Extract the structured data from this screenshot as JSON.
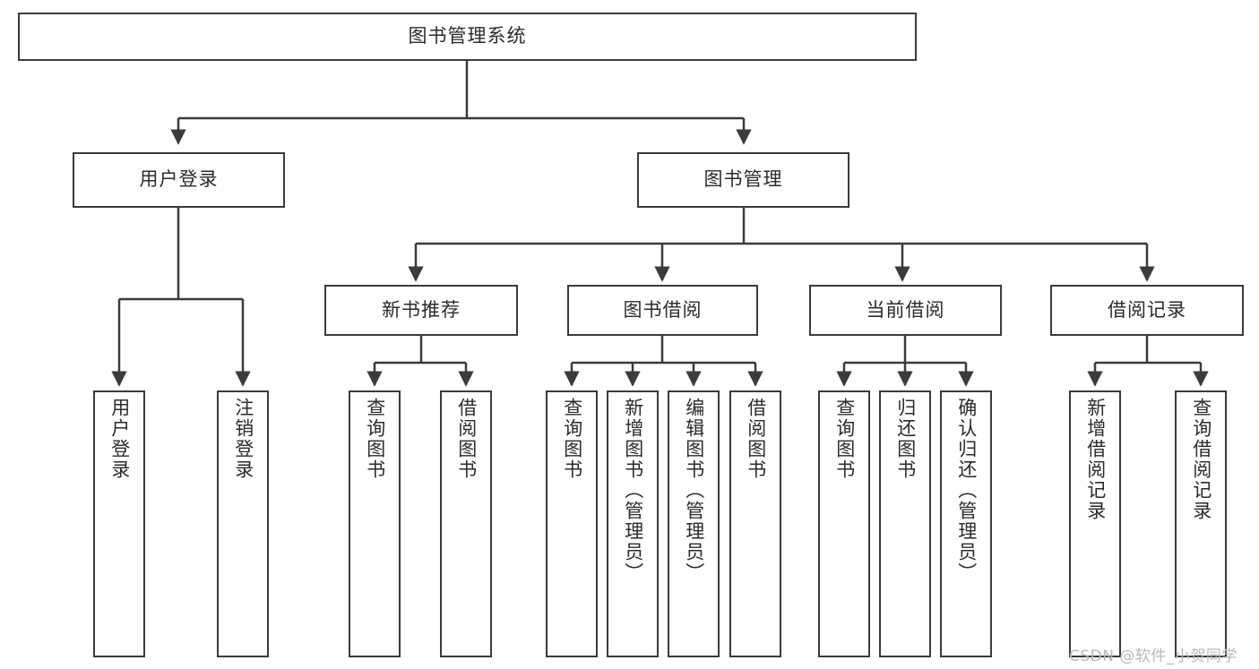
{
  "diagram": {
    "type": "tree-hierarchy",
    "root": {
      "id": "root",
      "label": "图书管理系统"
    },
    "level2": [
      {
        "id": "user-login",
        "label": "用户登录"
      },
      {
        "id": "book-manage",
        "label": "图书管理"
      }
    ],
    "level3": [
      {
        "id": "new-book-recommend",
        "label": "新书推荐",
        "parent": "book-manage"
      },
      {
        "id": "book-borrow",
        "label": "图书借阅",
        "parent": "book-manage"
      },
      {
        "id": "current-borrow",
        "label": "当前借阅",
        "parent": "book-manage"
      },
      {
        "id": "borrow-record",
        "label": "借阅记录",
        "parent": "book-manage"
      }
    ],
    "leaves": [
      {
        "id": "leaf-user-login",
        "label": "用户登录",
        "parent": "user-login"
      },
      {
        "id": "leaf-user-logout",
        "label": "注销登录",
        "parent": "user-login"
      },
      {
        "id": "leaf-query-book-1",
        "label": "查询图书",
        "parent": "new-book-recommend"
      },
      {
        "id": "leaf-borrow-book-1",
        "label": "借阅图书",
        "parent": "new-book-recommend"
      },
      {
        "id": "leaf-query-book-2",
        "label": "查询图书",
        "parent": "book-borrow"
      },
      {
        "id": "leaf-add-book",
        "label": "新增图书（管理员）",
        "parent": "book-borrow"
      },
      {
        "id": "leaf-edit-book",
        "label": "编辑图书（管理员）",
        "parent": "book-borrow"
      },
      {
        "id": "leaf-borrow-book-2",
        "label": "借阅图书",
        "parent": "book-borrow"
      },
      {
        "id": "leaf-query-book-3",
        "label": "查询图书",
        "parent": "current-borrow"
      },
      {
        "id": "leaf-return-book",
        "label": "归还图书",
        "parent": "current-borrow"
      },
      {
        "id": "leaf-confirm-return",
        "label": "确认归还（管理员）",
        "parent": "current-borrow"
      },
      {
        "id": "leaf-add-record",
        "label": "新增借阅记录",
        "parent": "borrow-record"
      },
      {
        "id": "leaf-query-record",
        "label": "查询借阅记录",
        "parent": "borrow-record"
      }
    ]
  },
  "watermark": {
    "text": "CSDN @软件_小贺同学"
  },
  "colors": {
    "stroke": "#3b3b3b",
    "text": "#2b2b2b",
    "background": "#ffffff",
    "watermark": "#b9b9b9"
  }
}
